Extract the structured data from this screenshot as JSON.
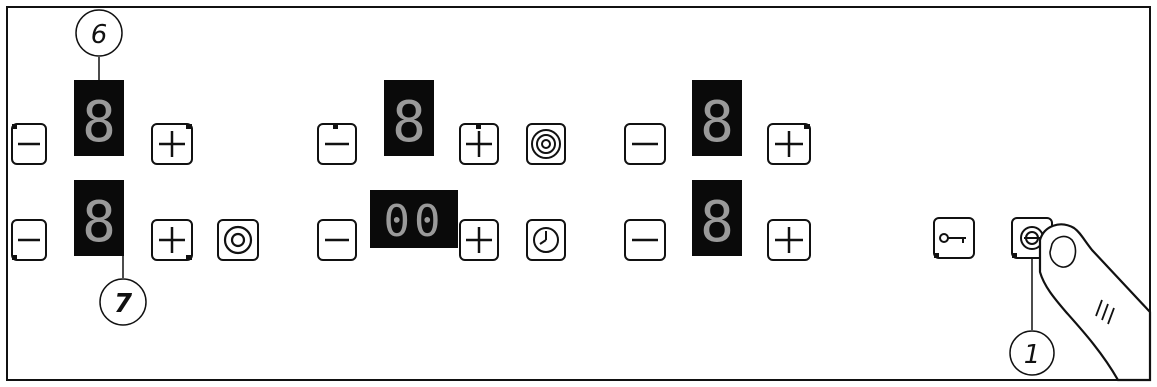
{
  "panel": {
    "zones": [
      {
        "id": "left-rear",
        "display": "8"
      },
      {
        "id": "center-rear",
        "display": "8"
      },
      {
        "id": "right-rear",
        "display": "8"
      },
      {
        "id": "left-front",
        "display": "8"
      },
      {
        "id": "right-front",
        "display": "8"
      }
    ],
    "timer": {
      "display": "00"
    },
    "controls": {
      "minus_symbol": "−",
      "plus_symbol": "+",
      "dual_zone_icon": "concentric-circles-icon",
      "triple_zone_icon": "triple-ring-icon",
      "timer_icon": "clock-icon",
      "lock_icon": "key-icon",
      "power_icon": "power-icon"
    }
  },
  "callouts": {
    "six": "6",
    "seven": "7",
    "one": "1"
  },
  "colors": {
    "display_bg": "#0a0a0a",
    "segment": "#9a9a9a",
    "outline": "#1a1a1a"
  }
}
